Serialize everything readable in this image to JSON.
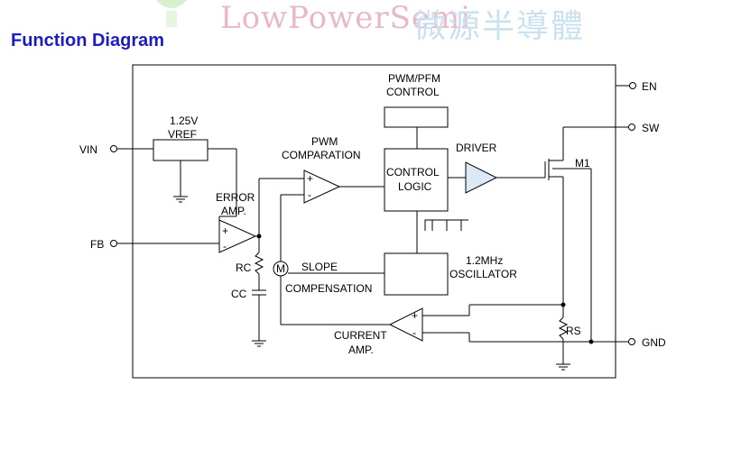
{
  "watermark": {
    "latin": "LowPowerSemi",
    "cjk": "微源半導體"
  },
  "title": "Function Diagram",
  "pins": {
    "en": "EN",
    "sw": "SW",
    "gnd": "GND",
    "vin": "VIN",
    "fb": "FB"
  },
  "blocks": {
    "pwm_pfm_line1": "PWM/PFM",
    "pwm_pfm_line2": "CONTROL",
    "vref_line1": "1.25V",
    "vref_line2": "VREF",
    "pwm_comp_line1": "PWM",
    "pwm_comp_line2": "COMPARATION",
    "control_line1": "CONTROL",
    "control_line2": "LOGIC",
    "driver": "DRIVER",
    "m1": "M1",
    "error_line1": "ERROR",
    "error_line2": "AMP.",
    "osc_line1": "1.2MHz",
    "osc_line2": "OSCILLATOR",
    "slope": "SLOPE",
    "compensation": "COMPENSATION",
    "current_line1": "CURRENT",
    "current_line2": "AMP.",
    "rc": "RC",
    "cc": "CC",
    "rs": "RS"
  },
  "signs": {
    "plus": "+",
    "minus": "-",
    "slope_source": "M"
  }
}
